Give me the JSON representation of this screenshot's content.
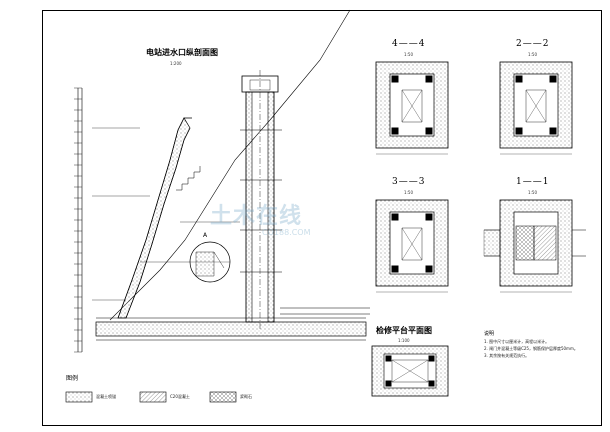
{
  "drawing": {
    "main_title": "电站进水口纵剖面图",
    "main_scale": "1:200",
    "section_4": "4——4",
    "section_2": "2——2",
    "section_3": "3——3",
    "section_1": "1——1",
    "section_scale": "1:50",
    "platform_title": "检修平台平面图",
    "platform_scale": "1:100",
    "legend_title": "图例",
    "legend_items": [
      "混凝土喷锚",
      "C20混凝土",
      "浆砌石"
    ],
    "notes_title": "说明",
    "notes": [
      "1. 图中尺寸以厘米计，高程以米计。",
      "2. 闸门井混凝土等级C25，钢筋保护层厚度50mm。",
      "3. 其余按有关规范执行。"
    ],
    "detail_label": "A",
    "watermark": "土木在线",
    "watermark_url": "CO188.COM"
  },
  "colors": {
    "line": "#000000",
    "hatch": "#555555",
    "watermark": "#78aac8"
  }
}
